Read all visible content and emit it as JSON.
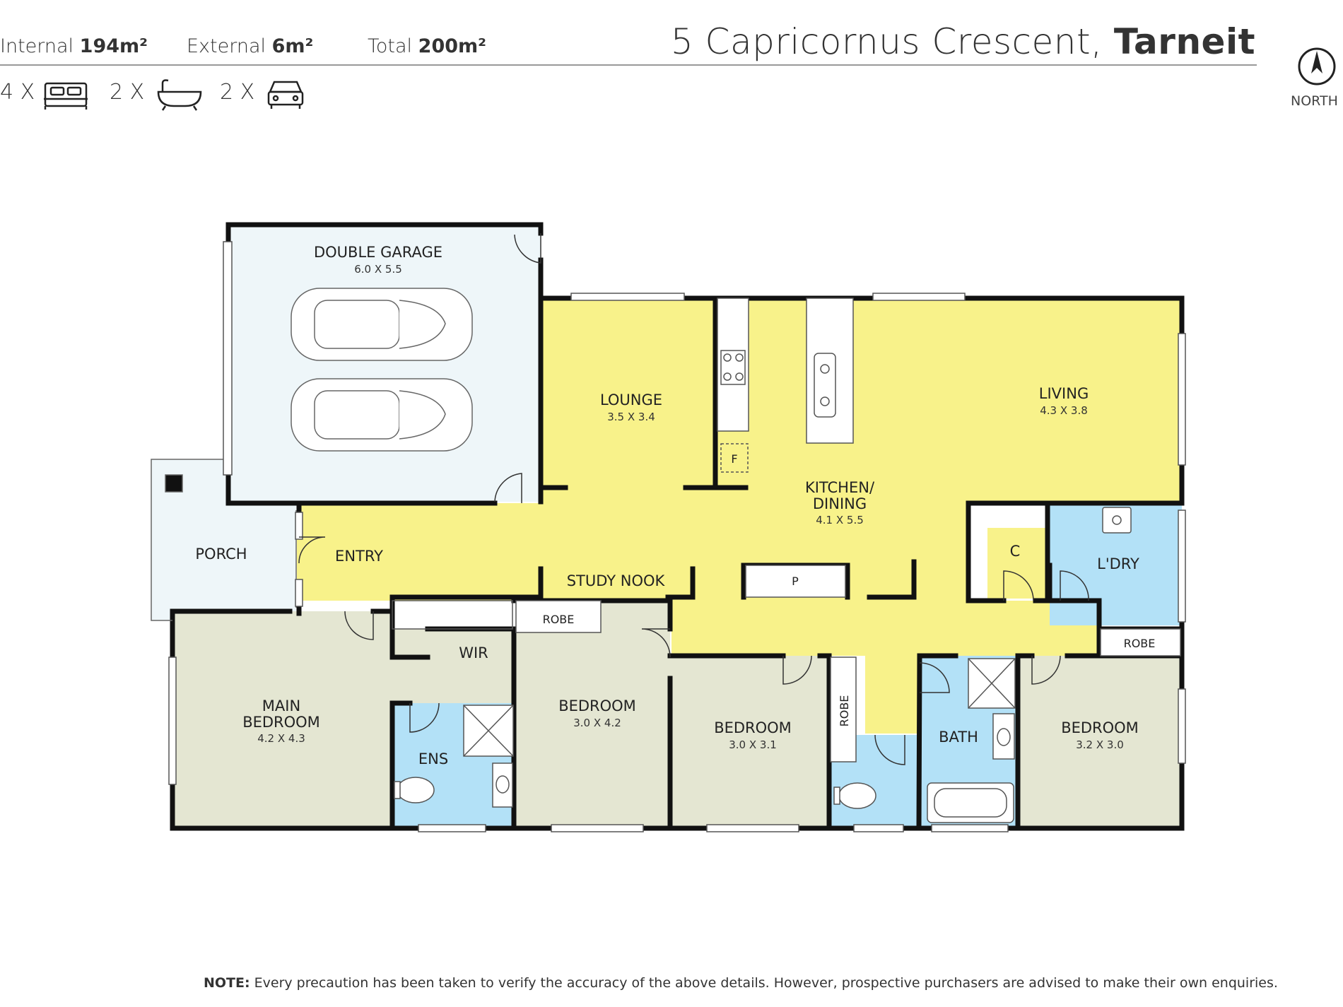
{
  "header": {
    "internal_label": "Internal",
    "internal_value": "194m²",
    "external_label": "External",
    "external_value": "6m²",
    "total_label": "Total",
    "total_value": "200m²",
    "address_street": "5 Capricornus Crescent,",
    "address_suburb": "Tarneit"
  },
  "features": {
    "bedrooms": "4 X",
    "bathrooms": "2 X",
    "cars": "2 X",
    "bed_icon": "bed-icon",
    "bath_icon": "bathtub-icon",
    "car_icon": "car-icon"
  },
  "compass": {
    "label": "NORTH",
    "icon": "compass-icon"
  },
  "rooms": {
    "garage": {
      "name": "DOUBLE GARAGE",
      "dims": "6.0 X 5.5"
    },
    "lounge": {
      "name": "LOUNGE",
      "dims": "3.5 X 3.4"
    },
    "living": {
      "name": "LIVING",
      "dims": "4.3 X 3.8"
    },
    "kitchen": {
      "name_line1": "KITCHEN/",
      "name_line2": "DINING",
      "dims": "4.1 X 5.5"
    },
    "porch": {
      "name": "PORCH"
    },
    "entry": {
      "name": "ENTRY"
    },
    "study": {
      "name": "STUDY NOOK"
    },
    "laundry": {
      "name": "L'DRY"
    },
    "main_bed": {
      "name_line1": "MAIN",
      "name_line2": "BEDROOM",
      "dims": "4.2 X 4.3"
    },
    "wir": {
      "name": "WIR"
    },
    "ens": {
      "name": "ENS"
    },
    "bed2": {
      "name": "BEDROOM",
      "dims": "3.0 X 4.2"
    },
    "bed3": {
      "name": "BEDROOM",
      "dims": "3.0 X 3.1"
    },
    "bath": {
      "name": "BATH"
    },
    "bed4": {
      "name": "BEDROOM",
      "dims": "3.2 X 3.0"
    },
    "robe1": {
      "name": "ROBE"
    },
    "robe2": {
      "name": "ROBE"
    },
    "robe3": {
      "name": "ROBE"
    },
    "pantry": {
      "name": "P"
    },
    "fridge": {
      "name": "F"
    },
    "cupboard": {
      "name": "C"
    }
  },
  "colors": {
    "living_yellow": "#f8f28a",
    "bedroom_green": "#e4e6d2",
    "wet_blue": "#b3e1f7",
    "garage_blue": "#eef6f9",
    "wall": "#111111"
  },
  "note": {
    "bold": "NOTE:",
    "text": "Every precaution has been taken to verify the accuracy of the above details. However, prospective purchasers are advised to make their own enquiries."
  }
}
